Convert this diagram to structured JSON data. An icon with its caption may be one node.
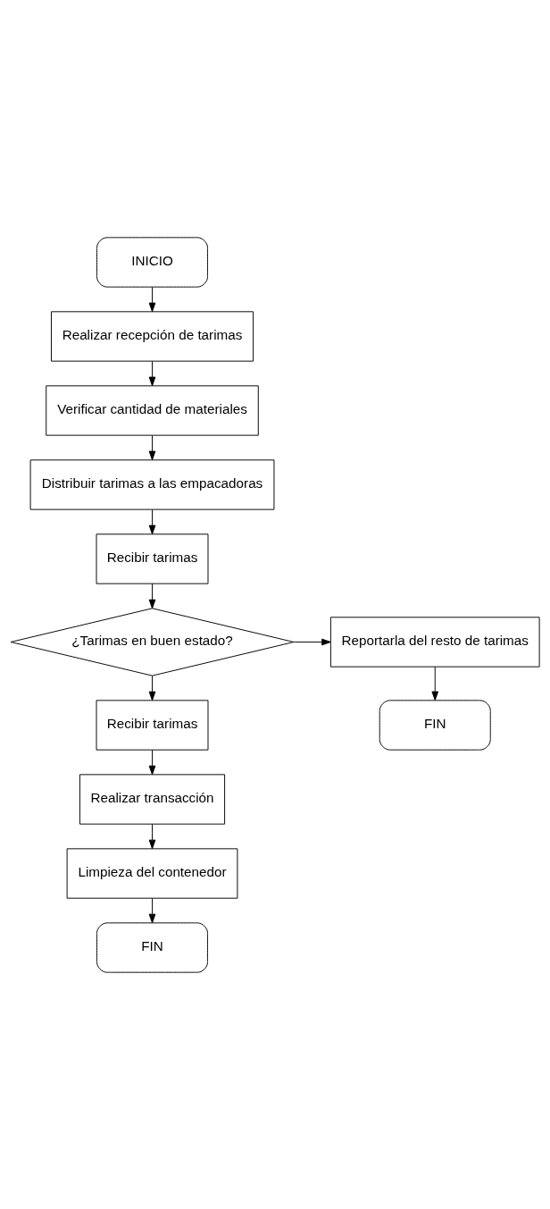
{
  "diagram": {
    "nodes": [
      {
        "text": [
          "INICIO"
        ]
      },
      {
        "text": [
          "Realizar recepción de tarimas"
        ]
      },
      {
        "text": [
          "Verificar cantidad de materiales"
        ]
      },
      {
        "text": [
          "Distribuir tarimas a las empacadoras"
        ]
      },
      {
        "text": [
          "Recibir tarimas"
        ]
      },
      {
        "text": [
          "¿Tarimas en buen estado?"
        ]
      },
      {
        "text": [
          "Reportarla del resto de tarimas"
        ]
      },
      {
        "text": [
          "FIN"
        ]
      },
      {
        "text": [
          "Recibir tarimas"
        ]
      },
      {
        "text": [
          "Realizar transacción"
        ]
      },
      {
        "text": [
          "Limpieza del contenedor"
        ]
      },
      {
        "text": [
          "FIN"
        ]
      }
    ],
    "edges": [
      {
        "from": 0,
        "to": 1,
        "arrow": "to"
      },
      {
        "from": 1,
        "to": 2,
        "arrow": "to"
      },
      {
        "from": 2,
        "to": 3,
        "arrow": "to"
      },
      {
        "from": 3,
        "to": 4,
        "arrow": "to"
      },
      {
        "from": 4,
        "to": 5,
        "arrow": "to"
      },
      {
        "from": 5,
        "to": 6,
        "arrow": "to"
      },
      {
        "from": 6,
        "to": 7,
        "arrow": "to"
      },
      {
        "from": 5,
        "to": 8,
        "arrow": "to"
      },
      {
        "from": 8,
        "to": 9,
        "arrow": "to"
      },
      {
        "from": 9,
        "to": 10,
        "arrow": "to"
      },
      {
        "from": 10,
        "to": 11,
        "arrow": "to"
      }
    ]
  }
}
